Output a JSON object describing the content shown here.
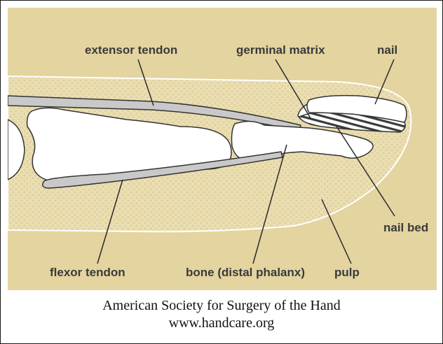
{
  "colors": {
    "background": "#e3d4a0",
    "tissue_pattern": "#ece1b5",
    "bone": "#ffffff",
    "tendon": "#c9c9c9",
    "outline": "#333333",
    "label_text": "#3a3a3a"
  },
  "labels": {
    "extensor_tendon": "extensor tendon",
    "germinal_matrix": "germinal matrix",
    "nail": "nail",
    "nail_bed": "nail bed",
    "flexor_tendon": "flexor tendon",
    "bone": "bone (distal phalanx)",
    "pulp": "pulp"
  },
  "caption": {
    "line1": "American Society for Surgery of the Hand",
    "line2": "www.handcare.org"
  }
}
